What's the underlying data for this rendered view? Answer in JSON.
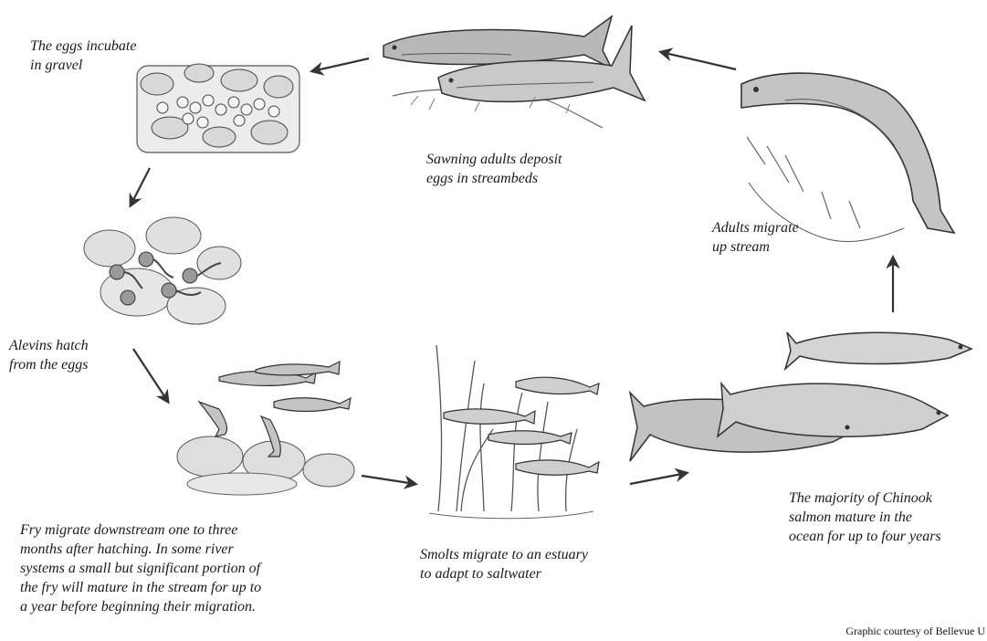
{
  "colors": {
    "ink": "#333333",
    "shade": "#7a7a7a",
    "fish_fill": "#b8b8b8",
    "stone_fill": "#dcdcdc",
    "background": "#ffffff"
  },
  "stages": [
    {
      "id": "eggs",
      "caption": "The eggs incubate\nin gravel"
    },
    {
      "id": "alevins",
      "caption": "Alevins hatch\nfrom the eggs"
    },
    {
      "id": "fry",
      "caption": "Fry migrate downstream one to three\nmonths after hatching. In some river\nsystems a small but significant portion of\nthe fry will mature in the stream for up to\na year before beginning their migration."
    },
    {
      "id": "smolts",
      "caption": "Smolts migrate to an estuary\nto adapt to saltwater"
    },
    {
      "id": "ocean",
      "caption": "The majority of Chinook\nsalmon mature in the\nocean for up to four years"
    },
    {
      "id": "upstream",
      "caption": "Adults migrate\nup stream"
    },
    {
      "id": "spawning",
      "caption": "Sawning adults deposit\neggs in streambeds"
    }
  ],
  "credit": "Graphic courtesy of Bellevue U"
}
